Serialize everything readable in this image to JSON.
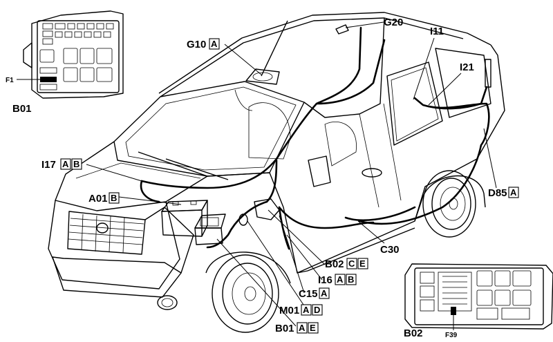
{
  "callouts": [
    {
      "id": "B01_top",
      "code": "B01",
      "tags": []
    },
    {
      "id": "F1",
      "code": "F1",
      "tags": []
    },
    {
      "id": "G10",
      "code": "G10",
      "tags": [
        "A"
      ]
    },
    {
      "id": "G20",
      "code": "G20",
      "tags": []
    },
    {
      "id": "I11",
      "code": "I11",
      "tags": []
    },
    {
      "id": "I21",
      "code": "I21",
      "tags": []
    },
    {
      "id": "I17",
      "code": "I17",
      "tags": [
        "A",
        "B"
      ]
    },
    {
      "id": "A01",
      "code": "A01",
      "tags": [
        "B"
      ]
    },
    {
      "id": "D85",
      "code": "D85",
      "tags": [
        "A"
      ]
    },
    {
      "id": "C30",
      "code": "C30",
      "tags": []
    },
    {
      "id": "B02_mid",
      "code": "B02",
      "tags": [
        "C",
        "E"
      ]
    },
    {
      "id": "I16",
      "code": "I16",
      "tags": [
        "A",
        "B"
      ]
    },
    {
      "id": "C15",
      "code": "C15",
      "tags": [
        "A"
      ]
    },
    {
      "id": "M01",
      "code": "M01",
      "tags": [
        "A",
        "D"
      ]
    },
    {
      "id": "B01_bottom",
      "code": "B01",
      "tags": [
        "A",
        "E"
      ]
    },
    {
      "id": "B02_bottom",
      "code": "B02",
      "tags": []
    },
    {
      "id": "F39",
      "code": "F39",
      "tags": []
    }
  ]
}
